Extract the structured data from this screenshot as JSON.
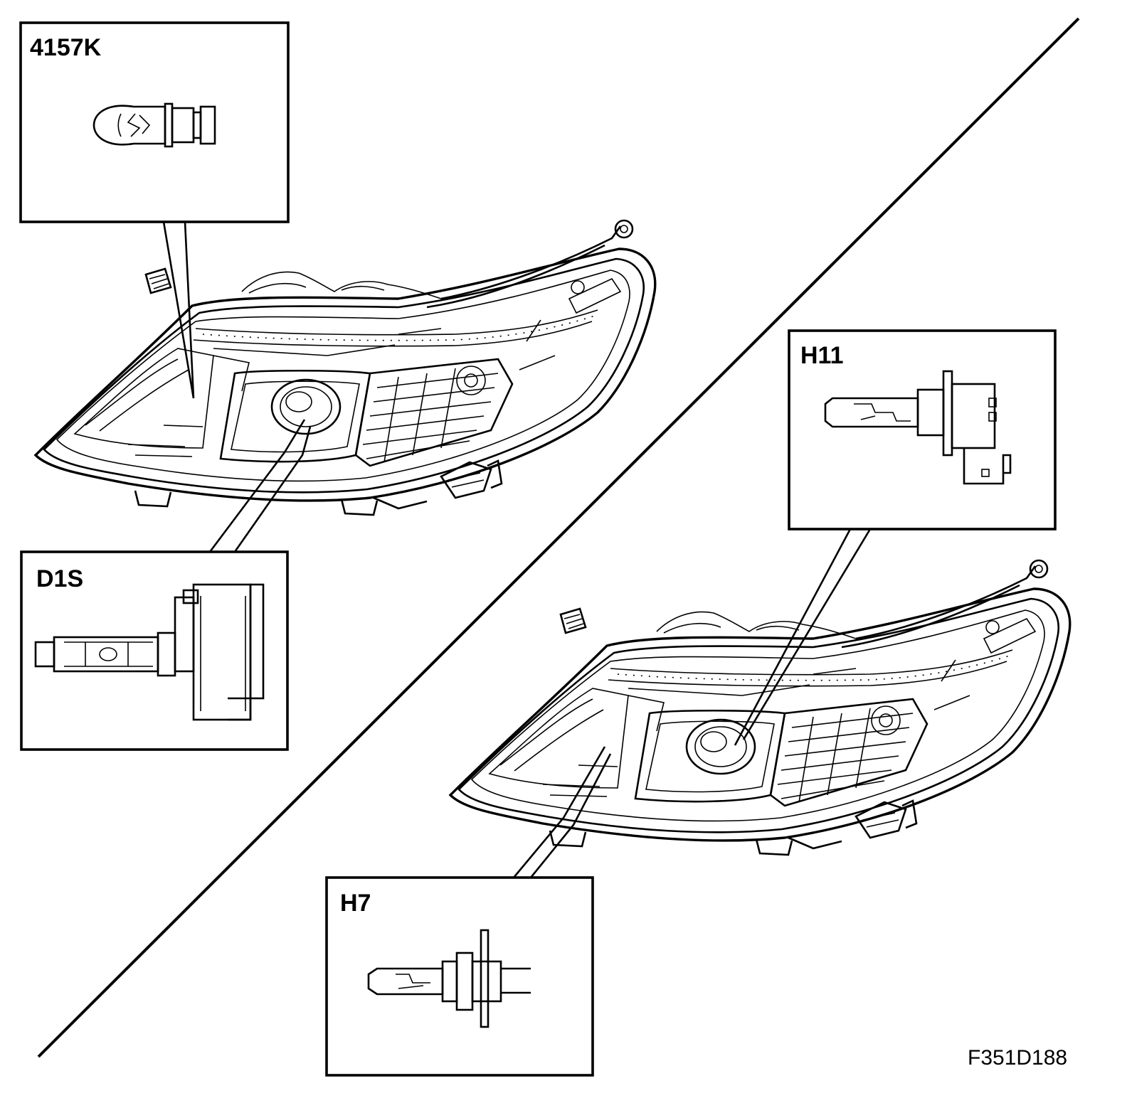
{
  "diagram": {
    "callouts": [
      {
        "id": "4157k",
        "label": "4157K"
      },
      {
        "id": "d1s",
        "label": "D1S"
      },
      {
        "id": "h11",
        "label": "H11"
      },
      {
        "id": "h7",
        "label": "H7"
      }
    ],
    "figure_id": "F351D188"
  }
}
